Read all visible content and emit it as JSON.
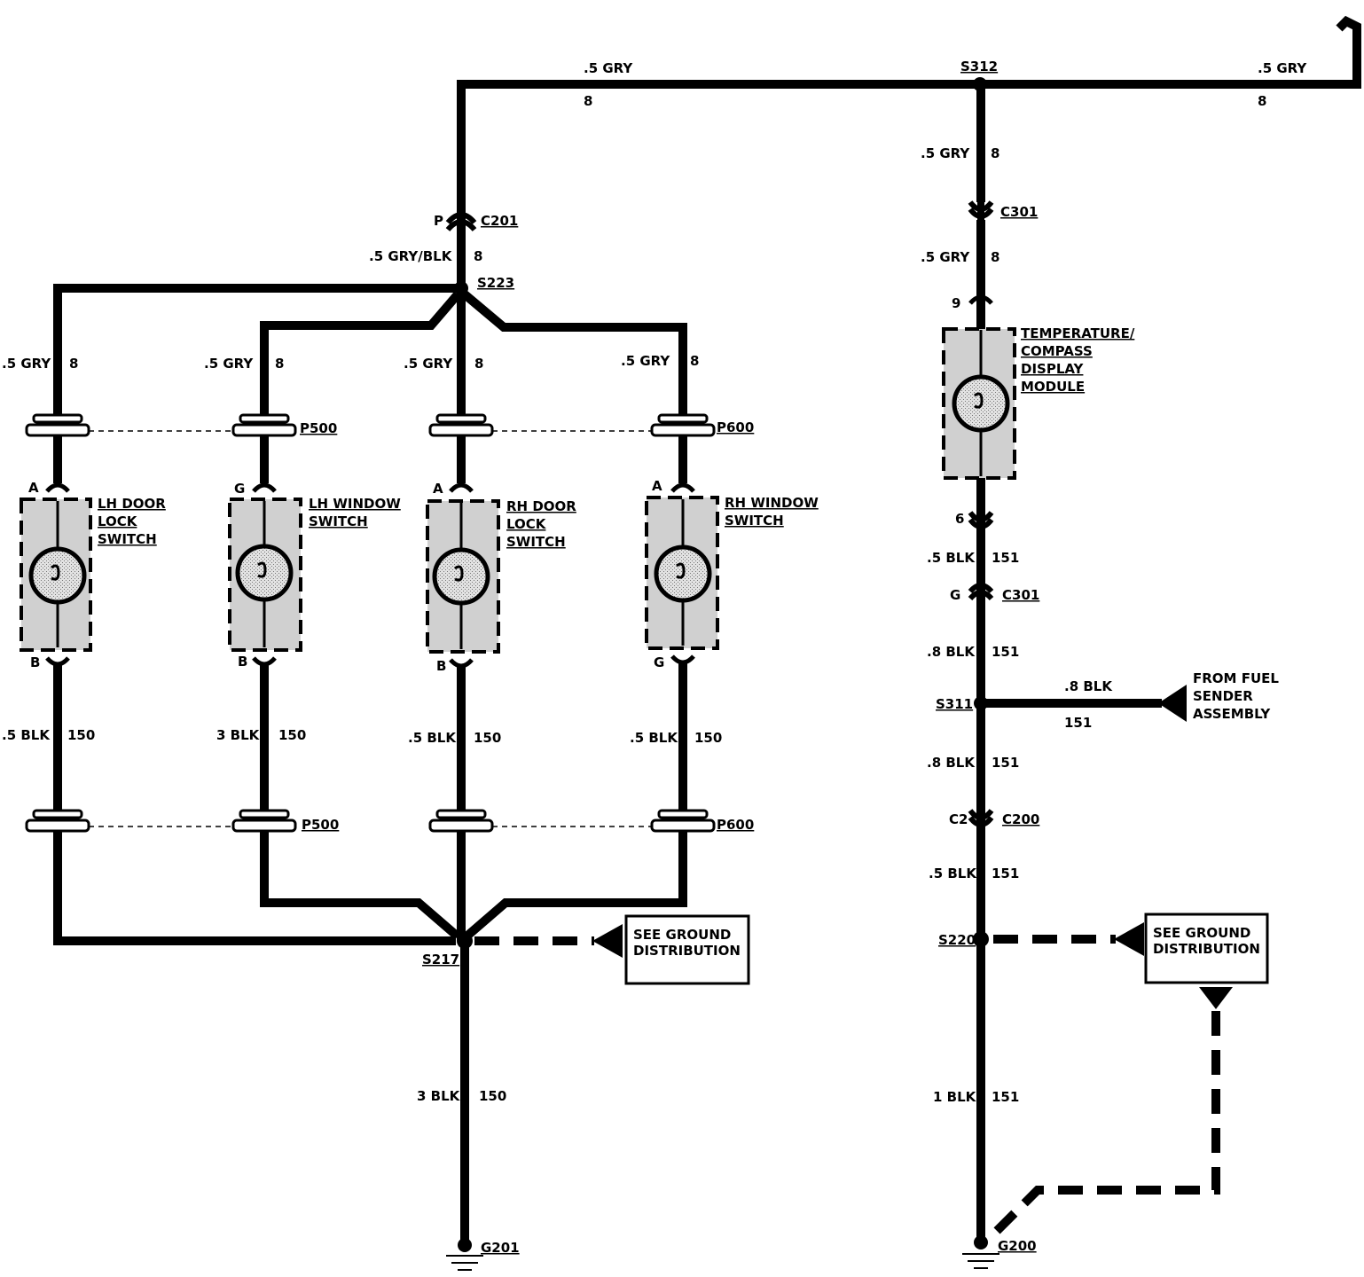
{
  "splices": {
    "s312": "S312",
    "s223": "S223",
    "s217": "S217",
    "s311": "S311",
    "s220": "S220"
  },
  "connectors": {
    "c201": "C201",
    "c301a": "C301",
    "c301b": "C301",
    "c200": "C200",
    "p500a": "P500",
    "p600a": "P600",
    "p500b": "P500",
    "p600b": "P600"
  },
  "grounds": {
    "g201": "G201",
    "g200": "G200"
  },
  "pins": {
    "c201": "P",
    "tc_top": "9",
    "tc_bot": "6",
    "c301b": "G",
    "c200": "C2",
    "lhdoor_a": "A",
    "lhdoor_b": "B",
    "lhwin_g": "G",
    "lhwin_b": "B",
    "rhdoor_a": "A",
    "rhdoor_b": "B",
    "rhwin_a": "A",
    "rhwin_g": "G"
  },
  "components": {
    "lh_door": [
      "LH DOOR",
      "LOCK",
      "SWITCH"
    ],
    "lh_window": [
      "LH WINDOW",
      "SWITCH"
    ],
    "rh_door": [
      "RH DOOR",
      "LOCK",
      "SWITCH"
    ],
    "rh_window": [
      "RH WINDOW",
      "SWITCH"
    ],
    "temp_module": [
      "TEMPERATURE/",
      "COMPASS",
      "DISPLAY",
      "MODULE"
    ]
  },
  "notes": {
    "ground1": [
      "SEE GROUND",
      "DISTRIBUTION"
    ],
    "ground2": [
      "SEE GROUND",
      "DISTRIBUTION"
    ],
    "fuel_sender": [
      "FROM FUEL",
      "SENDER",
      "ASSEMBLY"
    ]
  },
  "wires": {
    "top_left_color": ".5 GRY",
    "top_left_circuit": "8",
    "top_right_color": ".5 GRY",
    "top_right_circuit": "8",
    "r1_color": ".5 GRY",
    "r1_circuit": "8",
    "r2_color": ".5 GRY",
    "r2_circuit": "8",
    "c201_color": ".5 GRY/BLK",
    "c201_circuit": "8",
    "b1_color": ".5 GRY",
    "b1_circuit": "8",
    "b2_color": ".5 GRY",
    "b2_circuit": "8",
    "b3_color": ".5 GRY",
    "b3_circuit": "8",
    "b4_color": ".5 GRY",
    "b4_circuit": "8",
    "l1_color": ".5 BLK",
    "l1_circuit": "150",
    "l2_color": "3 BLK",
    "l2_circuit": "150",
    "l3_color": ".5 BLK",
    "l3_circuit": "150",
    "l4_color": ".5 BLK",
    "l4_circuit": "150",
    "g201_color": "3 BLK",
    "g201_circuit": "150",
    "r3_color": ".5 BLK",
    "r3_circuit": "151",
    "r4_color": ".8 BLK",
    "r4_circuit": "151",
    "fuel_color": ".8 BLK",
    "fuel_circuit": "151",
    "r5_color": ".8 BLK",
    "r5_circuit": "151",
    "r6_color": ".5 BLK",
    "r6_circuit": "151",
    "r7_color": "1 BLK",
    "r7_circuit": "151"
  }
}
